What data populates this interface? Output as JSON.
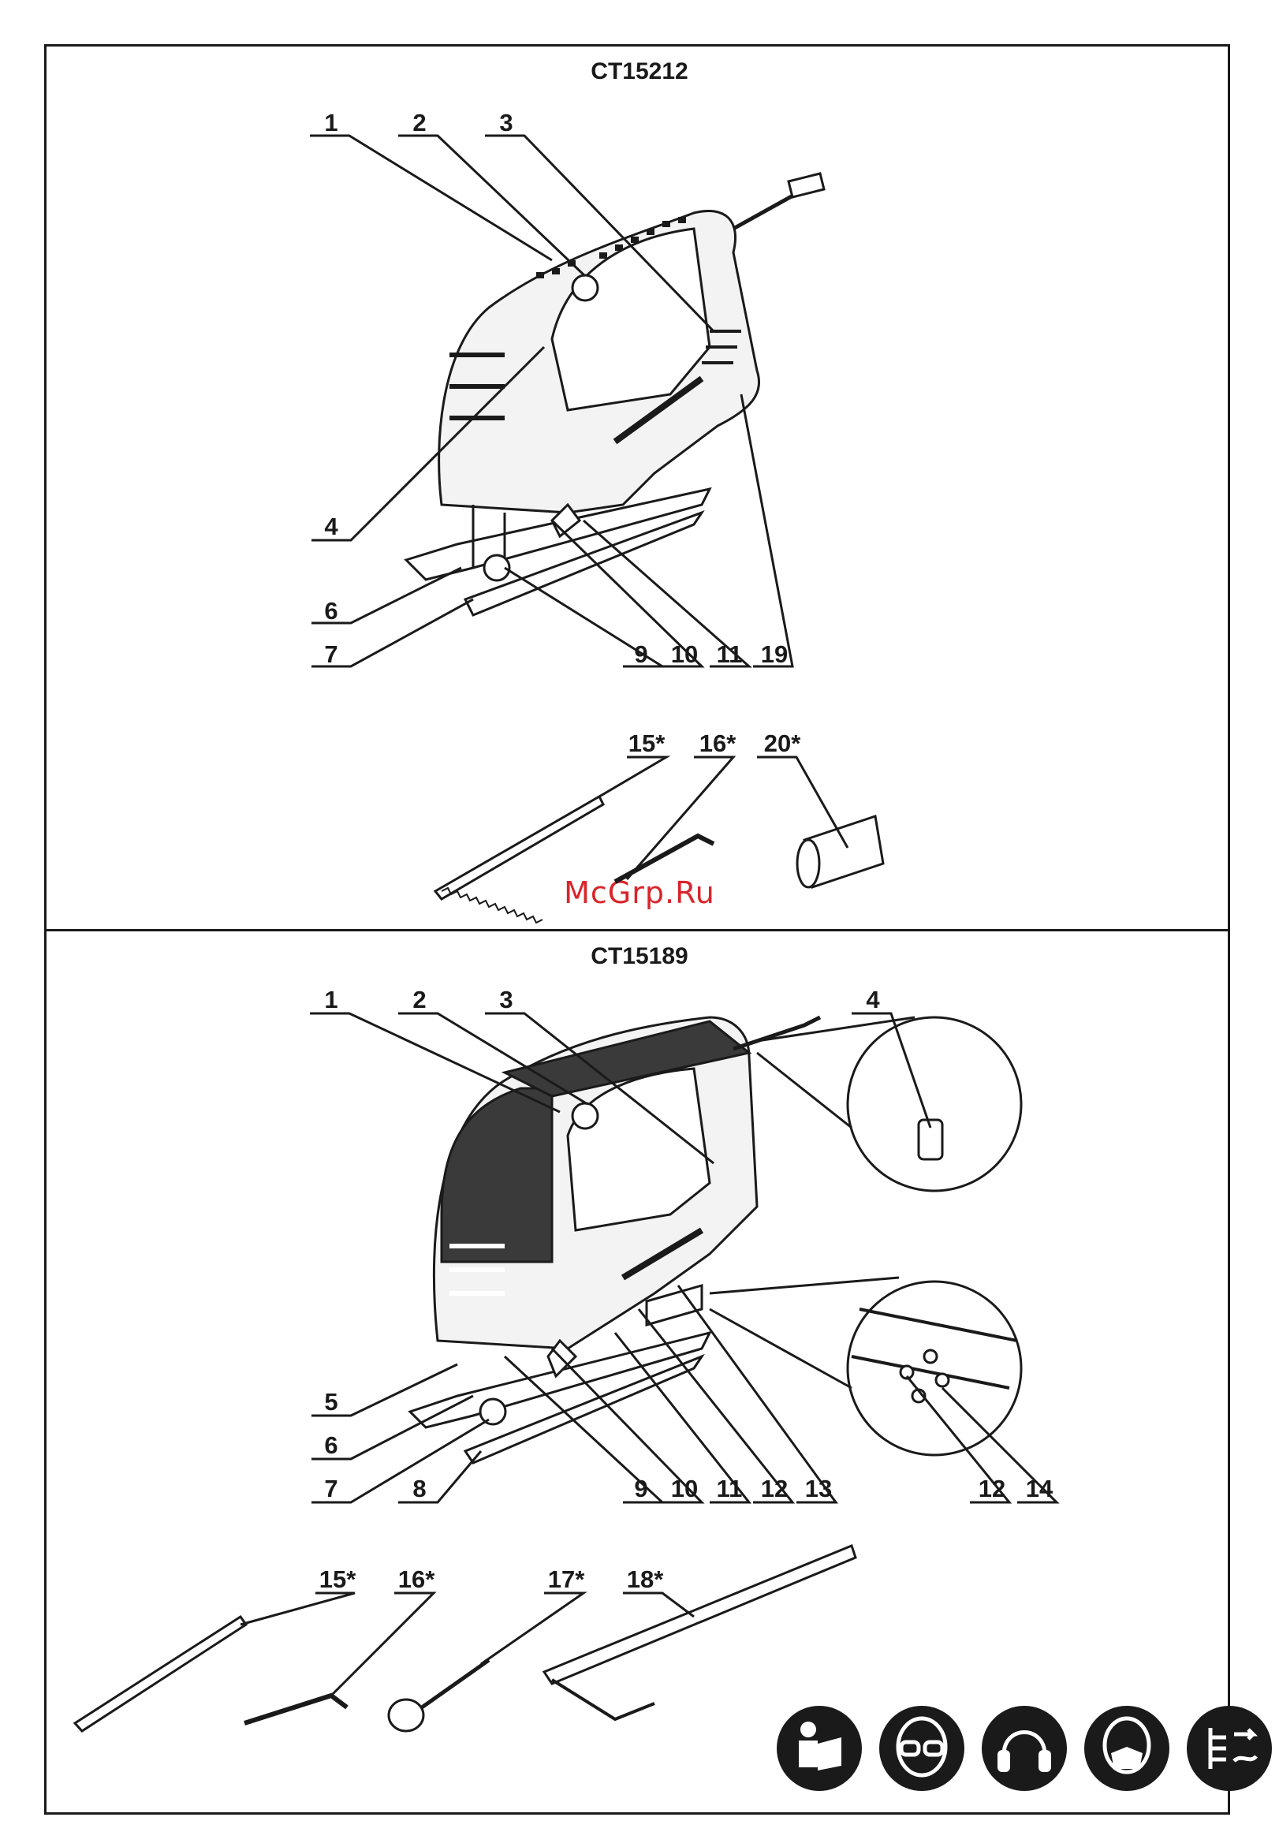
{
  "section_top": {
    "model": "CT15212",
    "labels": [
      "1",
      "2",
      "3",
      "4",
      "6",
      "7",
      "9",
      "10",
      "11",
      "19",
      "15*",
      "16*",
      "20*"
    ]
  },
  "watermark": "McGrp.Ru",
  "section_bottom": {
    "model": "CT15189",
    "labels": [
      "1",
      "2",
      "3",
      "4",
      "5",
      "6",
      "7",
      "8",
      "9",
      "10",
      "11",
      "12",
      "13",
      "12",
      "14",
      "15*",
      "16*",
      "17*",
      "18*"
    ]
  },
  "safety_icons": [
    "read-manual-icon",
    "safety-goggles-icon",
    "ear-protection-icon",
    "dust-mask-icon",
    "unplug-icon"
  ]
}
